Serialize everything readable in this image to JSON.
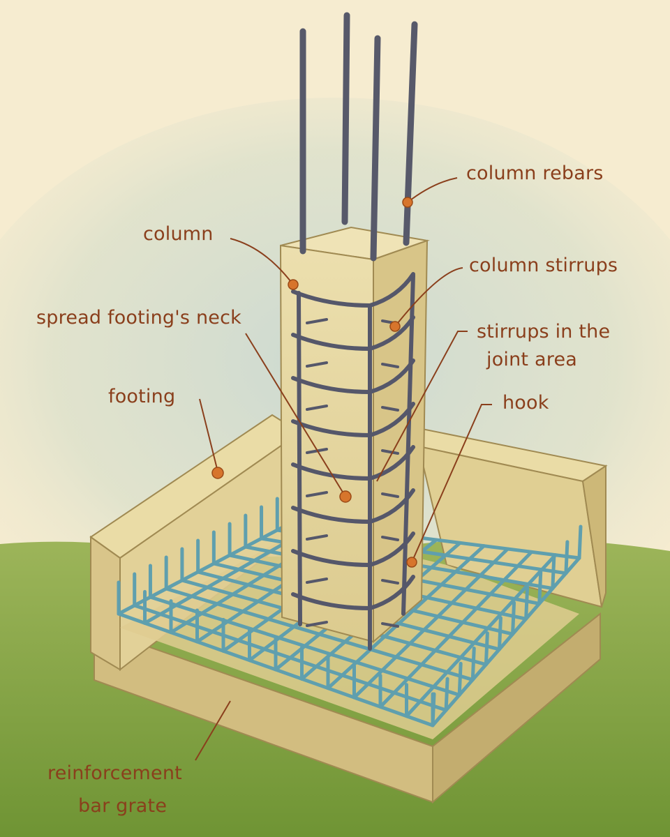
{
  "labels": {
    "column_rebars": "column rebars",
    "column": "column",
    "column_stirrups": "column stirrups",
    "spread_footing_neck": "spread footing's neck",
    "stirrups_joint_line1": "stirrups in the",
    "stirrups_joint_line2": "joint area",
    "footing": "footing",
    "hook": "hook",
    "grate_line1": "reinforcement",
    "grate_line2": "bar grate"
  },
  "colors": {
    "paper": "#f6ecd0",
    "concrete": "#e6d7a2",
    "grass": "#7fa23e",
    "sky": "#c8d6cf",
    "rebar": "#57596a",
    "grate": "#5f9fae",
    "label_text": "#8a3f1c",
    "leader_dot": "#d7752c"
  }
}
